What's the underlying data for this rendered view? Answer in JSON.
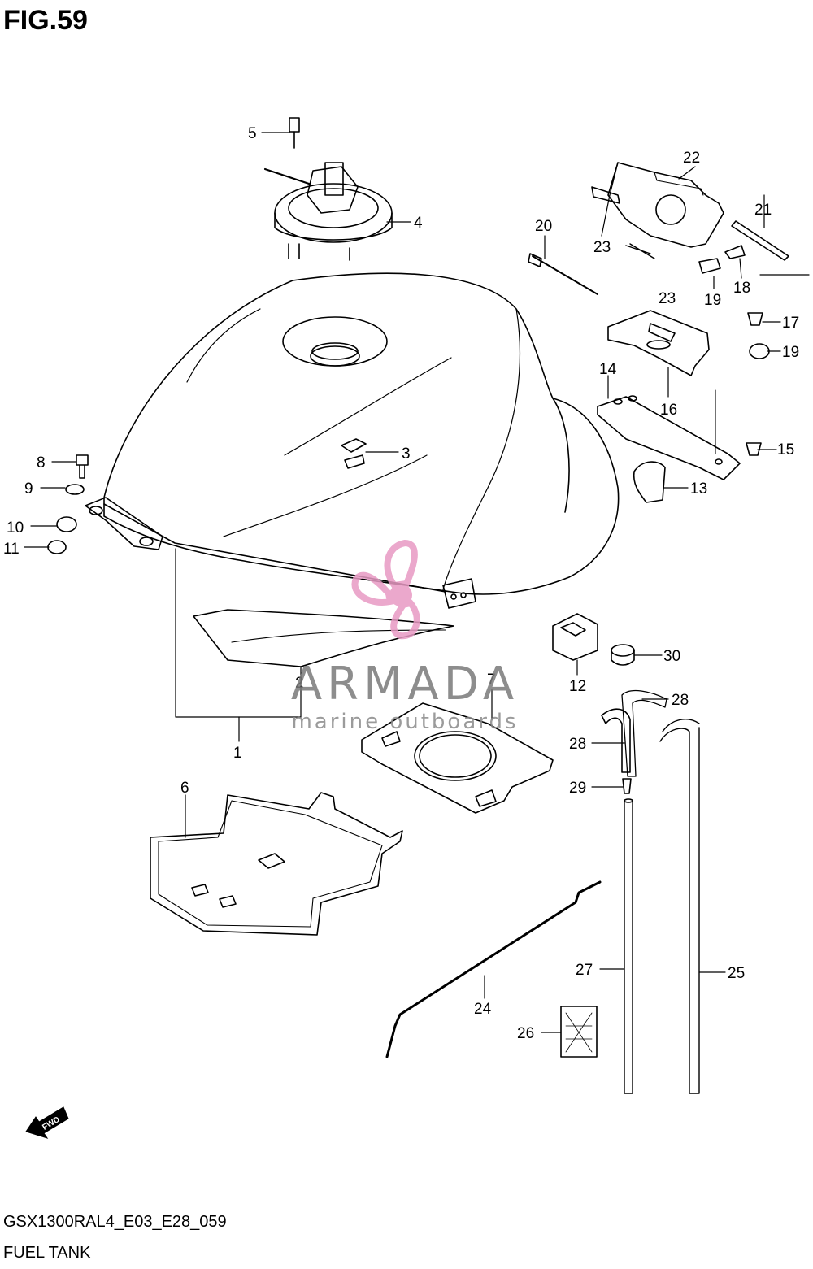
{
  "figure": {
    "title": "FIG.59"
  },
  "footer": {
    "model_code": "GSX1300RAL4_E03_E28_059",
    "section_name": "FUEL TANK"
  },
  "watermark": {
    "brand": "ARMADA",
    "tagline": "marine outboards",
    "accent_color": "#e89ac4"
  },
  "direction_marker": {
    "label": "FWD"
  },
  "callouts": [
    "1",
    "2",
    "3",
    "4",
    "5",
    "6",
    "7",
    "8",
    "9",
    "10",
    "11",
    "12",
    "13",
    "14",
    "15",
    "16",
    "17",
    "18",
    "19",
    "19",
    "20",
    "21",
    "22",
    "23",
    "23",
    "24",
    "25",
    "26",
    "27",
    "28",
    "28",
    "29",
    "30"
  ],
  "colors": {
    "line": "#000000",
    "background": "#ffffff"
  }
}
